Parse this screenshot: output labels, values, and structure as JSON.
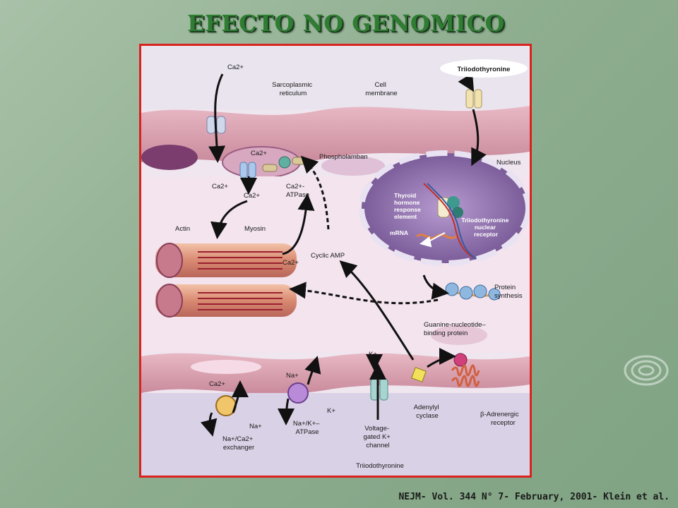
{
  "title": "EFECTO NO GENOMICO",
  "citation": "NEJM- Vol. 344 N° 7- February, 2001- Klein et al.",
  "colors": {
    "title": "#2e7d32",
    "frame_border": "#d9231f",
    "background": "#8fae90"
  },
  "diagram": {
    "top_ca_label": "Ca2+",
    "sarcoplasmic_reticulum": [
      "Sarcoplasmic",
      "reticulum"
    ],
    "cell_membrane": [
      "Cell",
      "membrane"
    ],
    "triiodothyronine_top": "Triiodothyronine",
    "phospholamban": "Phospholamban",
    "sr_ca_label": "Ca2+",
    "ca_left_label": "Ca2+",
    "ca_mid_label": "Ca2+",
    "ca_atpase": [
      "Ca2+-",
      "ATPase"
    ],
    "nucleus": "Nucleus",
    "thyroid_hormone_response_element": [
      "Thyroid",
      "hormone",
      "response",
      "element"
    ],
    "triiodothyronine_nuclear_receptor": [
      "Triiodothyronine",
      "nuclear",
      "receptor"
    ],
    "mrna": "mRNA",
    "actin": "Actin",
    "myosin": "Myosin",
    "cyclic_amp": "Cyclic AMP",
    "ca_myosin_label": "Ca2+",
    "protein_synthesis": [
      "Protein",
      "synthesis"
    ],
    "guanine_nucleotide_binding_protein": [
      "Guanine-nucleotide–",
      "binding protein"
    ],
    "k_top": "K+",
    "na_top": "Na+",
    "k_pump": "K+",
    "ca_exchanger_top": "Ca2+",
    "na_exchanger": "Na+",
    "na_ca_exchanger": [
      "Na+/Ca2+",
      "exchanger"
    ],
    "na_k_atpase": [
      "Na+/K+–",
      "ATPase"
    ],
    "adenylyl_cyclase": [
      "Adenylyl",
      "cyclase"
    ],
    "voltage_gated_k_channel": [
      "Voltage-",
      "gated K+",
      "channel"
    ],
    "beta_adrenergic_receptor": [
      "β-Adrenergic",
      "receptor"
    ],
    "triiodothyronine_bottom": "Triiodothyronine"
  }
}
